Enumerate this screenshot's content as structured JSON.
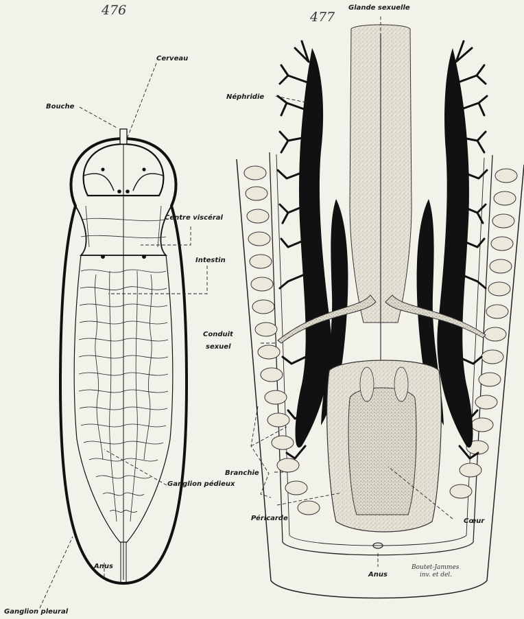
{
  "figures": {
    "fig476": {
      "number": "476",
      "labels": {
        "cerveau": "Cerveau",
        "bouche": "Bouche",
        "centre_visceral": "Centre viscéral",
        "intestin": "Intestin",
        "ganglion_pedieux": "Ganglion pédieux",
        "anus": "Anus",
        "ganglion_pleural": "Ganglion pleural"
      }
    },
    "fig477": {
      "number": "477",
      "labels": {
        "glande_sexuelle": "Glande sexuelle",
        "nephridie": "Néphridie",
        "conduit_sexuel_1": "Conduit",
        "conduit_sexuel_2": "sexuel",
        "branchie": "Branchie",
        "pericarde": "Péricarde",
        "coeur": "Cœur",
        "anus": "Anus"
      },
      "signature": {
        "line1": "Boutet-Jammes",
        "line2": "inv. et del."
      }
    }
  }
}
